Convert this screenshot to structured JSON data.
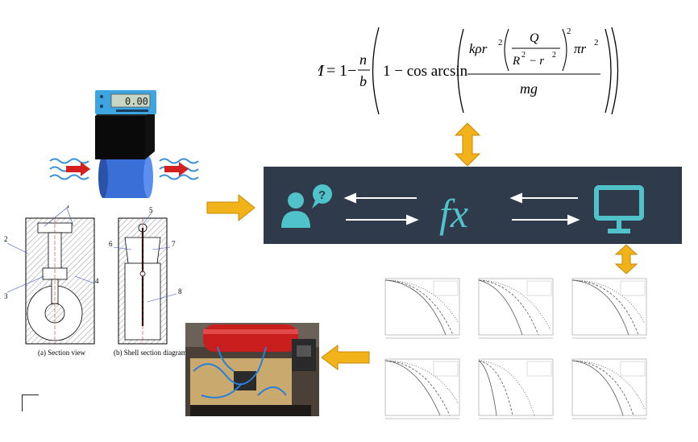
{
  "formula": {
    "lhs": "M",
    "eq": "=",
    "one": "1",
    "minus": "−",
    "frac_num": "n",
    "frac_den": "b",
    "cos_part": "1 − cos arcsin",
    "k_rho": "kρr",
    "Q": "Q",
    "R2_minus_r2": "R",
    "pi_r2": "πr",
    "mg": "mg",
    "exp2": "2"
  },
  "flowmeter": {
    "display_value": "0.00"
  },
  "mechanism": {
    "part_numbers": [
      "1",
      "2",
      "3",
      "4",
      "5",
      "6",
      "7",
      "8"
    ],
    "caption_a": "(a) Section view",
    "caption_b": "(b) Shell section diagram"
  },
  "panel": {
    "icons": [
      "user-question-icon",
      "function-fx-icon",
      "monitor-icon"
    ],
    "accent_color": "#4fc3c9",
    "background_color": "#2f3a4a"
  },
  "arrows": {
    "color": "#f2b21a"
  }
}
